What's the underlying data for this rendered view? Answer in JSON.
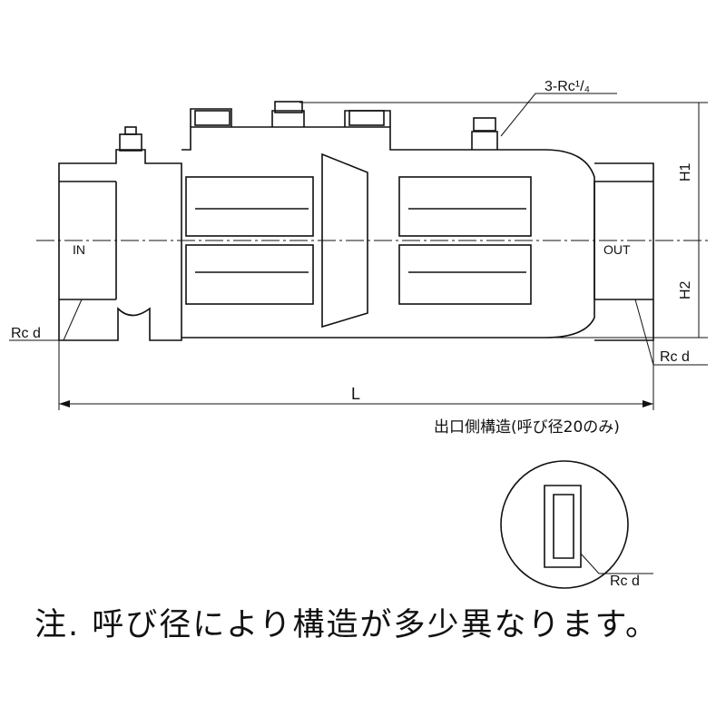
{
  "labels": {
    "port": "3-Rc¹/₄",
    "h1": "H1",
    "h2": "H2",
    "inlet": "IN",
    "outlet": "OUT",
    "rc_left": "Rc d",
    "rc_right": "Rc d",
    "rc_detail": "Rc d",
    "length": "L"
  },
  "detail_title": "出口側構造(呼び径20のみ)",
  "note": "注. 呼び径により構造が多少異なります。"
}
